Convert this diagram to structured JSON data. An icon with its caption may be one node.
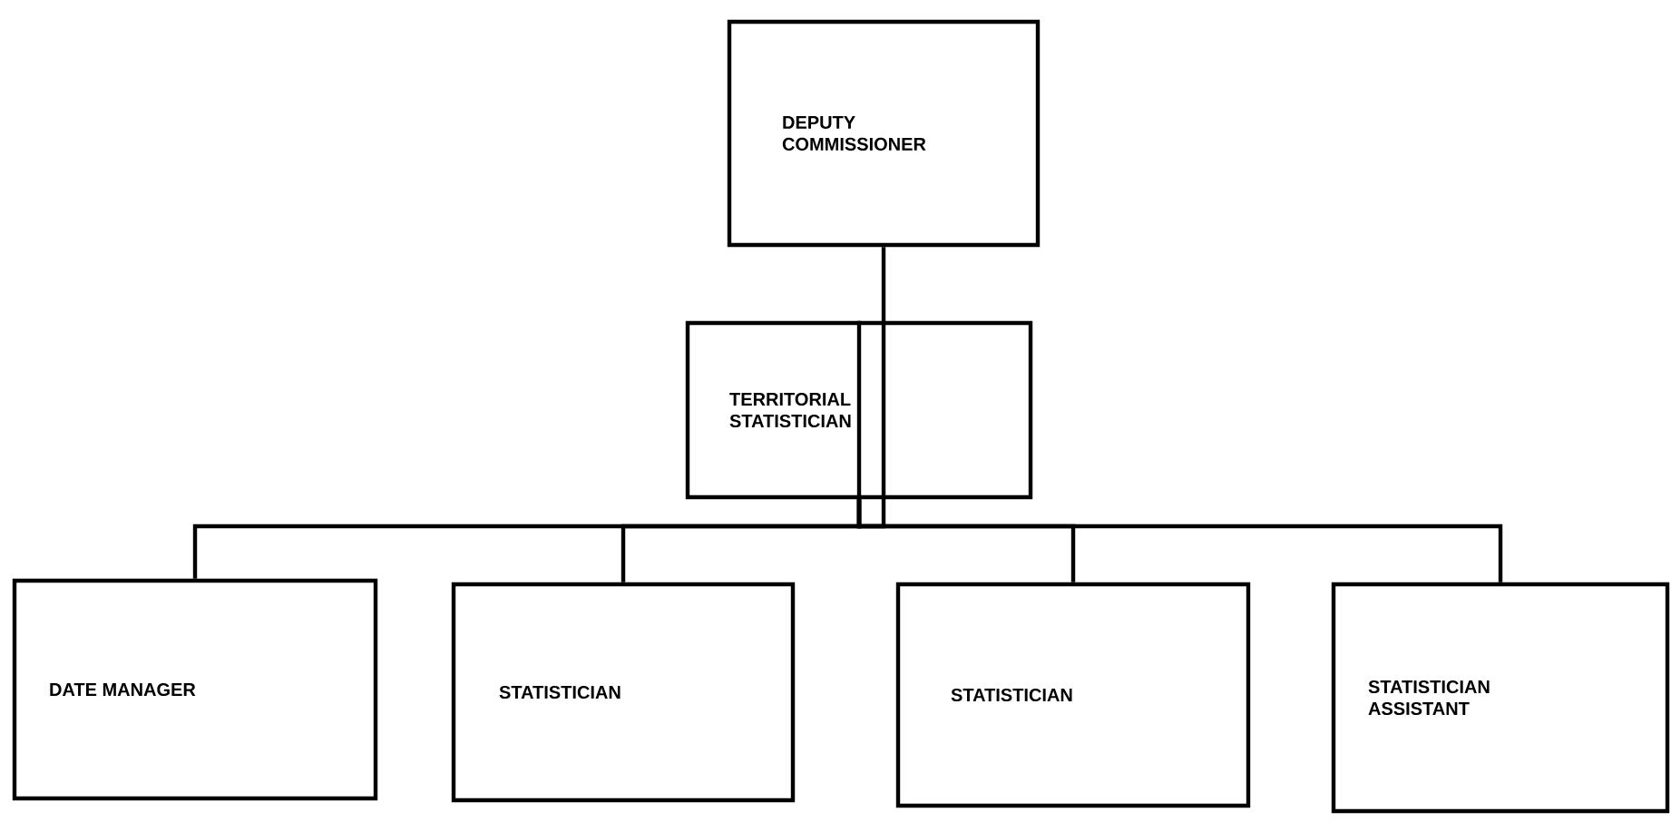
{
  "diagram": {
    "nodes": [
      {
        "text": [
          "DEPUTY COMMISSIONER"
        ]
      },
      {
        "text": [
          "TERRITORIAL STATISTICIAN"
        ]
      },
      {
        "text": [
          "DATE MANAGER"
        ]
      },
      {
        "text": [
          "STATISTICIAN"
        ]
      },
      {
        "text": [
          "STATISTICIAN"
        ]
      },
      {
        "text": [
          "STATISTICIAN ASSISTANT"
        ]
      }
    ],
    "edges": [
      {
        "from": 0,
        "to": 1,
        "arrow": "none"
      },
      {
        "from": 1,
        "to": 2,
        "arrow": "none"
      },
      {
        "from": 1,
        "to": 3,
        "arrow": "none"
      },
      {
        "from": 1,
        "to": 4,
        "arrow": "none"
      },
      {
        "from": 1,
        "to": 5,
        "arrow": "none"
      }
    ]
  }
}
